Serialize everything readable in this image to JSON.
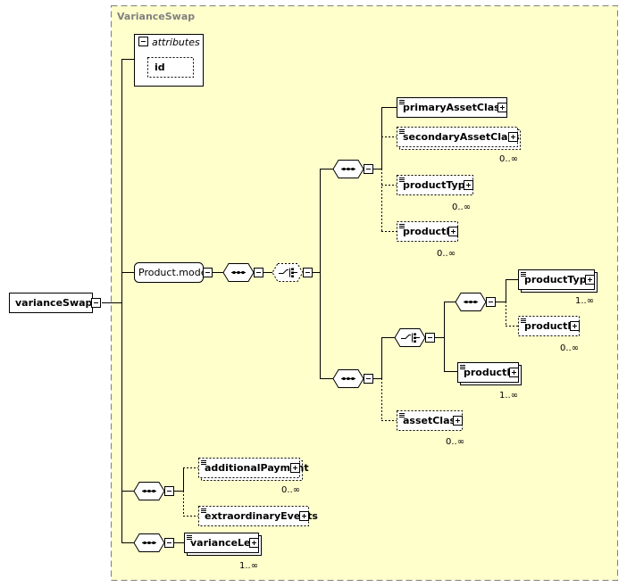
{
  "colors": {
    "panel_bg": "#FFFFCC",
    "panel_border": "#808080",
    "element_bg": "#FFFFFF",
    "line": "#000000",
    "title_text": "#808080"
  },
  "group": {
    "title": "VarianceSwap"
  },
  "attributes": {
    "header": "attributes",
    "items": [
      "id"
    ]
  },
  "root": {
    "label": "varianceSwap"
  },
  "product_group": {
    "label": "Product.model"
  },
  "elements": {
    "primaryAssetClass": {
      "label": "primaryAssetClass",
      "card": ""
    },
    "secondaryAssetClass": {
      "label": "secondaryAssetClass",
      "card": "0..∞"
    },
    "productType1": {
      "label": "productType",
      "card": "0..∞"
    },
    "productId1": {
      "label": "productId",
      "card": "0..∞"
    },
    "productType2": {
      "label": "productType",
      "card": "1..∞"
    },
    "productId2": {
      "label": "productId",
      "card": "0..∞"
    },
    "productId3": {
      "label": "productId",
      "card": "1..∞"
    },
    "assetClass": {
      "label": "assetClass",
      "card": "0..∞"
    },
    "additionalPayment": {
      "label": "additionalPayment",
      "card": "0..∞"
    },
    "extraordinaryEvents": {
      "label": "extraordinaryEvents",
      "card": ""
    },
    "varianceLeg": {
      "label": "varianceLeg",
      "card": "1..∞"
    }
  }
}
